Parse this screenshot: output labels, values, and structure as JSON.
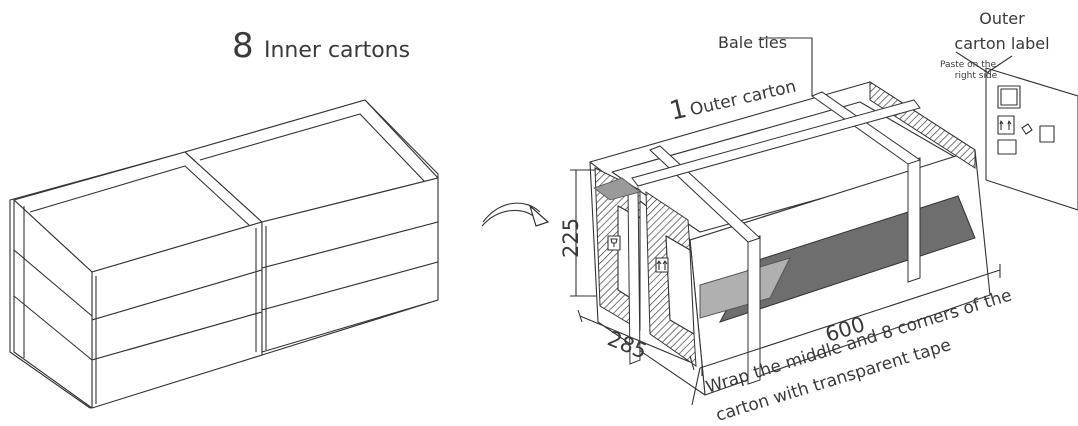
{
  "inner": {
    "count": "8",
    "label": "Inner cartons"
  },
  "outer": {
    "count": "1",
    "label": "Outer carton"
  },
  "bale_ties": "Bale ties",
  "outer_label": {
    "line1": "Outer",
    "line2": "carton label"
  },
  "paste_note": {
    "line1": "Paste on the",
    "line2": "right side"
  },
  "dimensions": {
    "height": "225",
    "width": "285",
    "length": "600"
  },
  "wrap_note": {
    "line1": "Wrap the middle and 8 corners of the",
    "line2": "carton with transparent tape"
  },
  "colors": {
    "line": "#333333",
    "tape": "#9a9a9a",
    "dark_band": "#6e6e6e",
    "hatch": "#333333"
  }
}
